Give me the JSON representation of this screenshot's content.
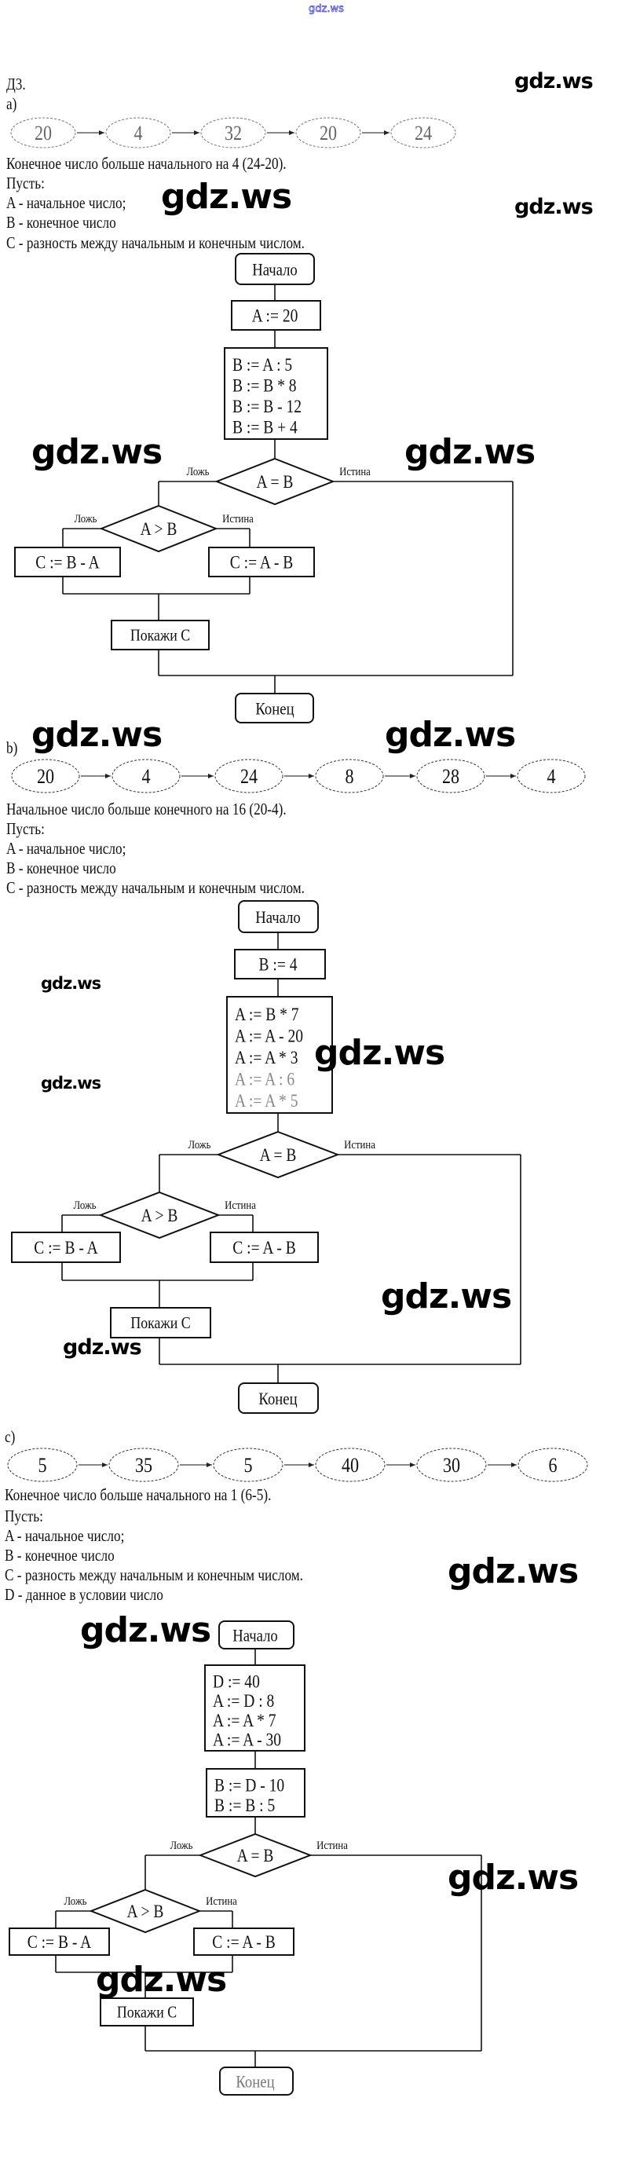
{
  "site_logo": "gdz.ws",
  "task_label": "Д3.",
  "watermark": "gdz.ws",
  "sections": [
    {
      "label": "a)",
      "chain": [
        "20",
        "4",
        "32",
        "20",
        "24"
      ],
      "conclusion": "Конечное число больше начального на 4 (24-20).",
      "let_label": "Пусть:",
      "definitions": [
        "A - начальное число;",
        "B - конечное число",
        "C - разность между начальным и конечным числом."
      ],
      "flowchart": {
        "start": "Начало",
        "blocks": [
          [
            "A := 20"
          ],
          [
            "B := A : 5",
            "B := B * 8",
            "B := B - 12",
            "B := B + 4"
          ]
        ],
        "cond1": "A = B",
        "cond2": "A > B",
        "false_label": "Ложь",
        "true_label": "Истина",
        "left_assign": "C := B - A",
        "right_assign": "C := A - B",
        "output": "Покажи C",
        "end": "Конец"
      }
    },
    {
      "label": "b)",
      "chain": [
        "20",
        "4",
        "24",
        "8",
        "28",
        "4"
      ],
      "conclusion": "Начальное число больше конечного на 16 (20-4).",
      "let_label": "Пусть:",
      "definitions": [
        "A - начальное число;",
        "B - конечное число",
        "C - разность между начальным и конечным числом."
      ],
      "flowchart": {
        "start": "Начало",
        "blocks": [
          [
            "B := 4"
          ],
          [
            "A := B * 7",
            "A := A - 20",
            "A := A * 3",
            "A := A : 6",
            "A := A * 5"
          ]
        ],
        "cond1": "A = B",
        "cond2": "A > B",
        "false_label": "Ложь",
        "true_label": "Истина",
        "left_assign": "C := B - A",
        "right_assign": "C := A - B",
        "output": "Покажи C",
        "end": "Конец"
      }
    },
    {
      "label": "c)",
      "chain": [
        "5",
        "35",
        "5",
        "40",
        "30",
        "6"
      ],
      "conclusion": "Конечное число больше начального на 1 (6-5).",
      "let_label": "Пусть:",
      "definitions": [
        "A - начальное число;",
        "B - конечное число",
        "C - разность между начальным и конечным числом.",
        "D - данное в условии число"
      ],
      "flowchart": {
        "start": "Начало",
        "blocks": [
          [
            "D := 40",
            "A := D : 8",
            "A := A * 7",
            "A := A - 30"
          ],
          [
            "B := D - 10",
            "B := B : 5"
          ]
        ],
        "cond1": "A = B",
        "cond2": "A > B",
        "false_label": "Ложь",
        "true_label": "Истина",
        "left_assign": "C := B - A",
        "right_assign": "C := A - B",
        "output": "Покажи C",
        "end": "Конец"
      }
    }
  ]
}
